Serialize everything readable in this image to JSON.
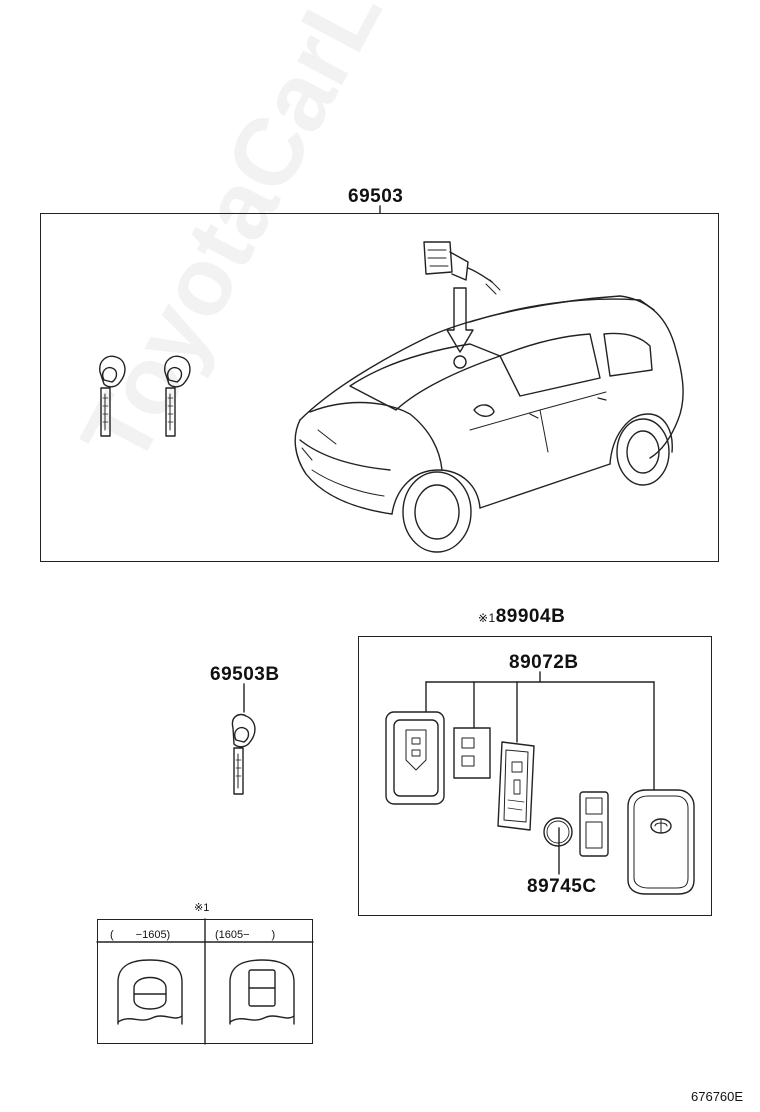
{
  "labels": {
    "assembly_top": "69503",
    "key_blank": "69503B",
    "smart_key_set": "89904B",
    "smart_key_mark": "※1",
    "transmitter_housing": "89072B",
    "battery": "89745C",
    "diagram_id": "676760E"
  },
  "legend": {
    "mark": "※1",
    "col_left": "(　　−1605)",
    "col_right": "(1605−　　)"
  },
  "watermark": "ToyotaCarLine.ru",
  "colors": {
    "line": "#222222",
    "background": "#ffffff"
  }
}
